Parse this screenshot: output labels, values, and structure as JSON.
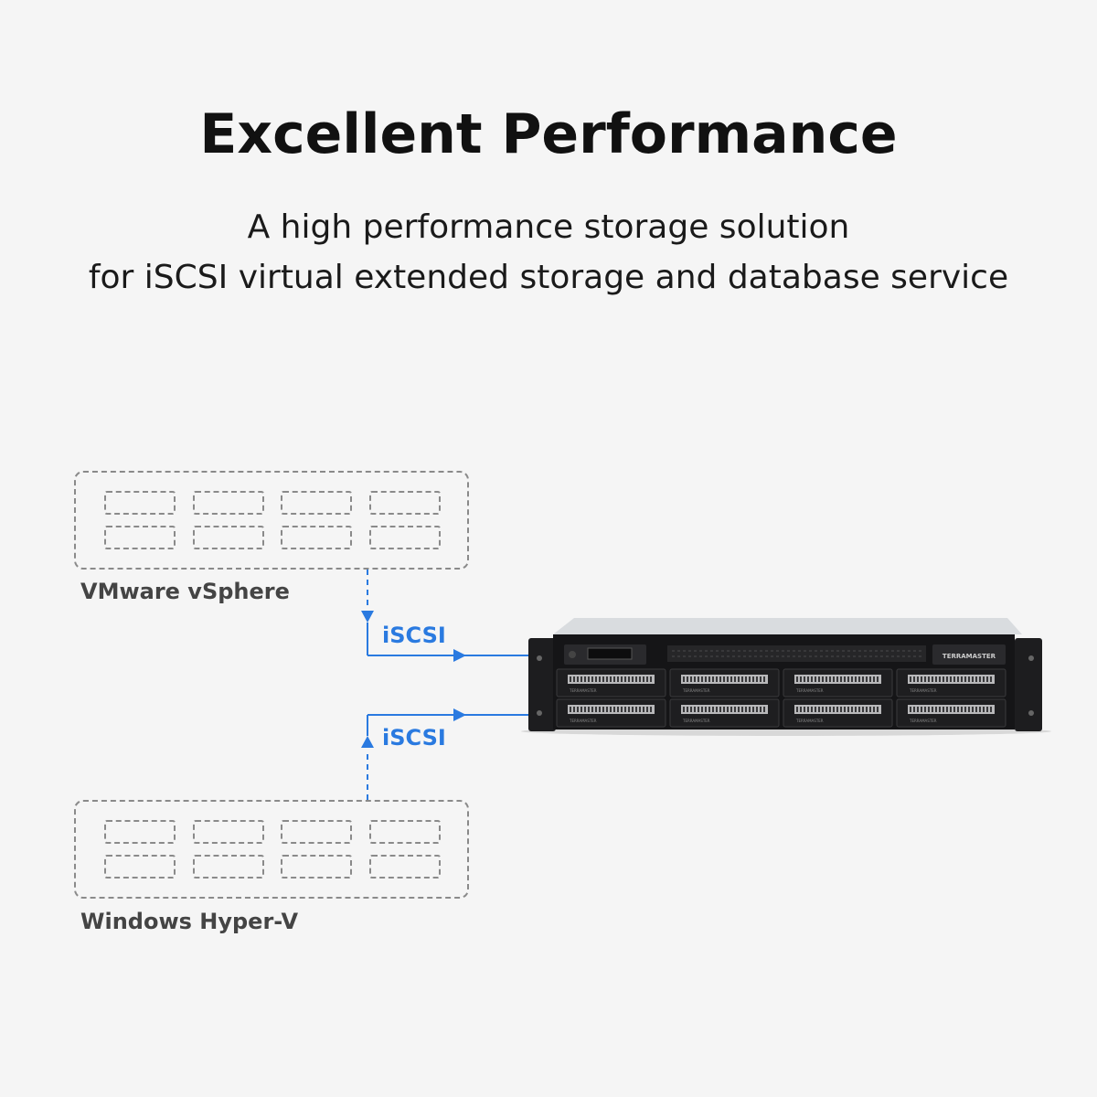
{
  "header": {
    "title": "Excellent Performance",
    "subtitle_line1": "A high performance storage solution",
    "subtitle_line2": "for iSCSI virtual extended storage and database service"
  },
  "hosts": [
    {
      "label": "VMware vSphere"
    },
    {
      "label": "Windows Hyper-V"
    }
  ],
  "connections": [
    {
      "protocol": "iSCSI"
    },
    {
      "protocol": "iSCSI"
    }
  ],
  "device": {
    "logo_text": "TERRAMASTER",
    "bay_label": "TERRAMASTER"
  },
  "colors": {
    "accent": "#2a7ae0",
    "dashed_outline": "#8a8a8a",
    "background": "#f5f5f5"
  }
}
